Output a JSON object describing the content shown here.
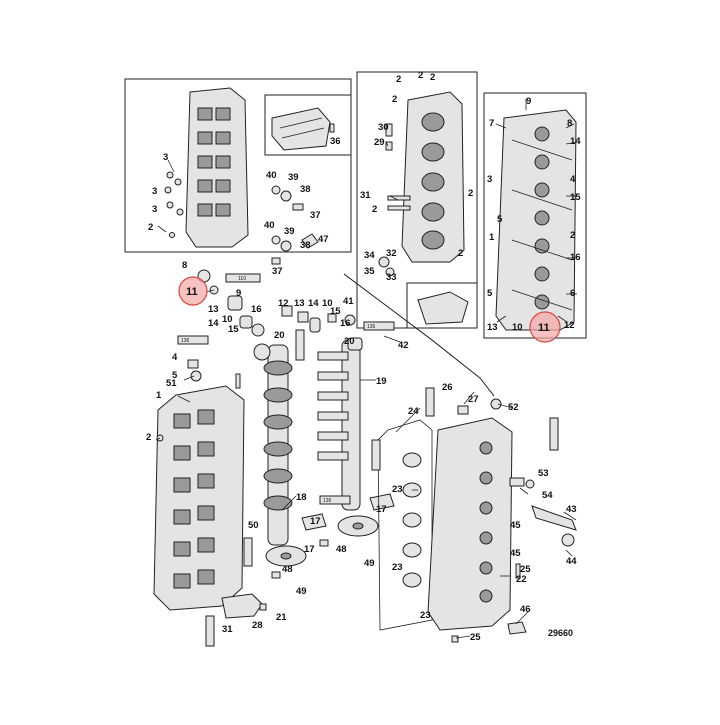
{
  "figure_number": "29660",
  "highlighted_callout": "11",
  "colors": {
    "highlight_fill": "#f2a7a4",
    "highlight_stroke": "#d9463f",
    "line": "#222222"
  },
  "tube_labels": {
    "t110": "110",
    "t136": "136"
  },
  "callouts": {
    "c1": "1",
    "c2": "2",
    "c3": "3",
    "c4": "4",
    "c5": "5",
    "c6": "6",
    "c7": "7",
    "c8": "8",
    "c9": "9",
    "c10": "10",
    "c11": "11",
    "c12": "12",
    "c13": "13",
    "c14": "14",
    "c15": "15",
    "c16": "16",
    "c17": "17",
    "c18": "18",
    "c19": "19",
    "c20": "20",
    "c21": "21",
    "c22": "22",
    "c23": "23",
    "c24": "24",
    "c25": "25",
    "c26": "26",
    "c27": "27",
    "c28": "28",
    "c29": "29",
    "c30": "30",
    "c31": "31",
    "c32": "32",
    "c33": "33",
    "c34": "34",
    "c35": "35",
    "c36": "36",
    "c37": "37",
    "c38": "38",
    "c39": "39",
    "c40": "40",
    "c41": "41",
    "c42": "42",
    "c43": "43",
    "c44": "44",
    "c45": "45",
    "c46": "46",
    "c47": "47",
    "c48": "48",
    "c49": "49",
    "c50": "50",
    "c51": "51",
    "c52": "52",
    "c53": "53",
    "c54": "54"
  }
}
